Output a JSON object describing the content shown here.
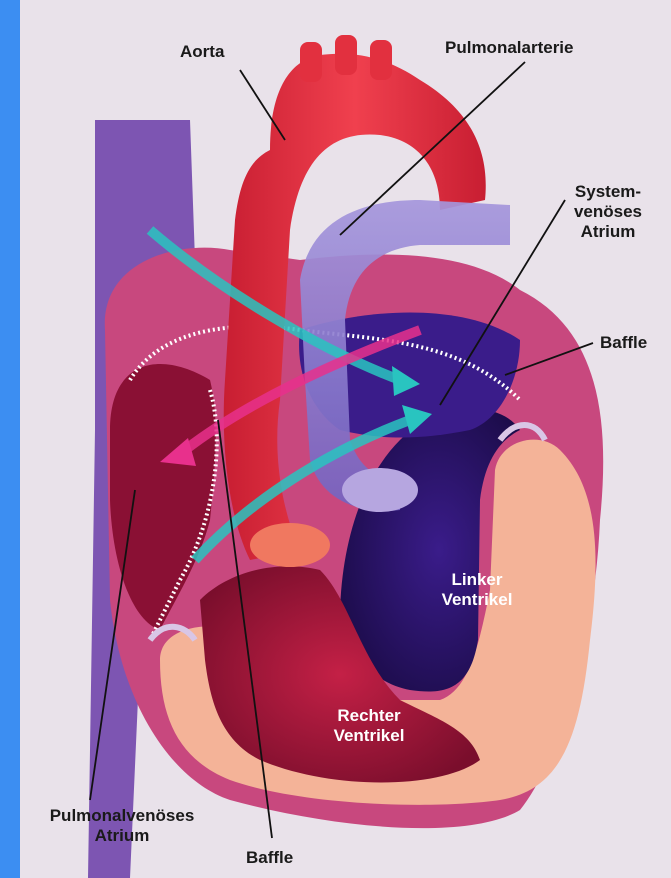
{
  "labels": {
    "aorta": "Aorta",
    "pulmonalarterie": "Pulmonalarterie",
    "systemvenoeses_atrium": [
      "System-",
      "venöses",
      "Atrium"
    ],
    "baffle_right": "Baffle",
    "linker_ventrikel": [
      "Linker",
      "Ventrikel"
    ],
    "rechter_ventrikel": [
      "Rechter",
      "Ventrikel"
    ],
    "pulmonalvenoeses_atrium": [
      "Pulmonalvenöses",
      "Atrium"
    ],
    "baffle_bottom": "Baffle"
  },
  "colors": {
    "frame": "#3c8ef2",
    "background": "#e9e2ea",
    "aorta": "#e2303f",
    "pulmonary_artery": "#8f7fd0",
    "venous_blood": "#3a1c8a",
    "myocardium": "#f4b398",
    "heart_wall": "#c8487e",
    "right_cavity": "#9a1238",
    "arrow_cyan": "#29c4c0",
    "arrow_pink": "#e8308c"
  }
}
